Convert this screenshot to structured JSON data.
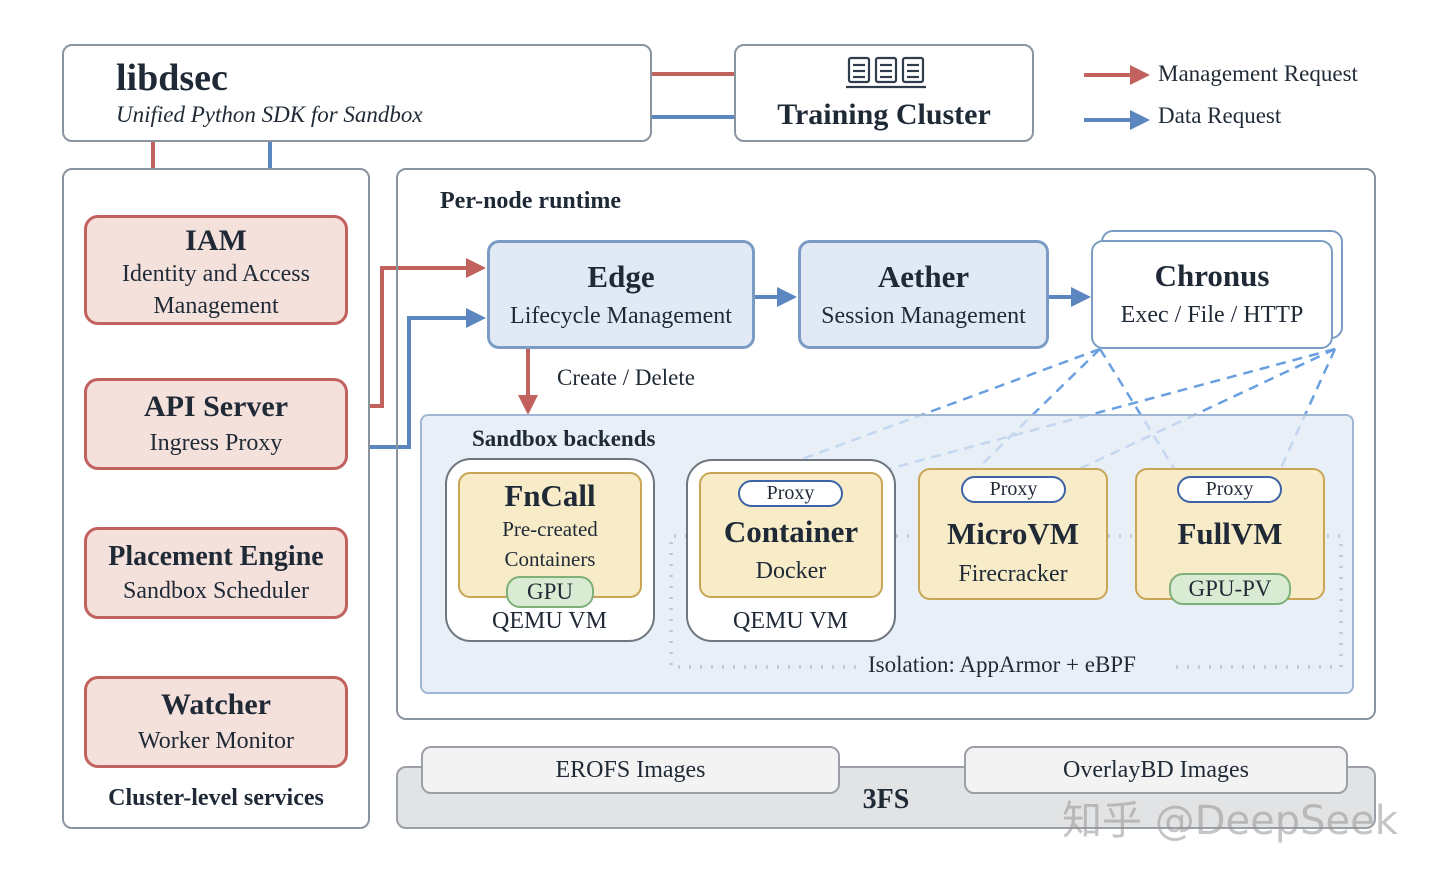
{
  "libdsec": {
    "title": "libdsec",
    "subtitle": "Unified Python SDK for Sandbox"
  },
  "training_cluster": {
    "label": "Training Cluster",
    "icon": "server-rack-icon"
  },
  "legend": {
    "management": "Management Request",
    "data": "Data Request"
  },
  "colors": {
    "management": "#c2625e",
    "data": "#5b86bf",
    "dashed": "#6aa0e0"
  },
  "cluster": {
    "caption": "Cluster-level services",
    "iam": {
      "title": "IAM",
      "line1": "Identity and Access",
      "line2": "Management"
    },
    "api": {
      "title": "API Server",
      "sub": "Ingress Proxy"
    },
    "placement": {
      "title": "Placement Engine",
      "sub": "Sandbox Scheduler"
    },
    "watcher": {
      "title": "Watcher",
      "sub": "Worker Monitor"
    }
  },
  "runtime": {
    "caption": "Per-node runtime",
    "edge": {
      "title": "Edge",
      "sub": "Lifecycle Management"
    },
    "aether": {
      "title": "Aether",
      "sub": "Session Management"
    },
    "chronus": {
      "title": "Chronus",
      "sub": "Exec / File / HTTP"
    },
    "create_delete": "Create / Delete"
  },
  "backends": {
    "caption": "Sandbox backends",
    "fncall": {
      "title": "FnCall",
      "line1": "Pre-created",
      "line2": "Containers",
      "gpu": "GPU",
      "vm": "QEMU VM"
    },
    "container": {
      "proxy": "Proxy",
      "title": "Container",
      "sub": "Docker",
      "vm": "QEMU VM"
    },
    "microvm": {
      "proxy": "Proxy",
      "title": "MicroVM",
      "sub": "Firecracker"
    },
    "fullvm": {
      "proxy": "Proxy",
      "title": "FullVM",
      "gpu": "GPU-PV"
    },
    "isolation": "Isolation: AppArmor + eBPF"
  },
  "storage": {
    "erofs": "EROFS Images",
    "overlaybd": "OverlayBD Images",
    "fs": "3FS"
  },
  "watermark": "知乎 @DeepSeek"
}
